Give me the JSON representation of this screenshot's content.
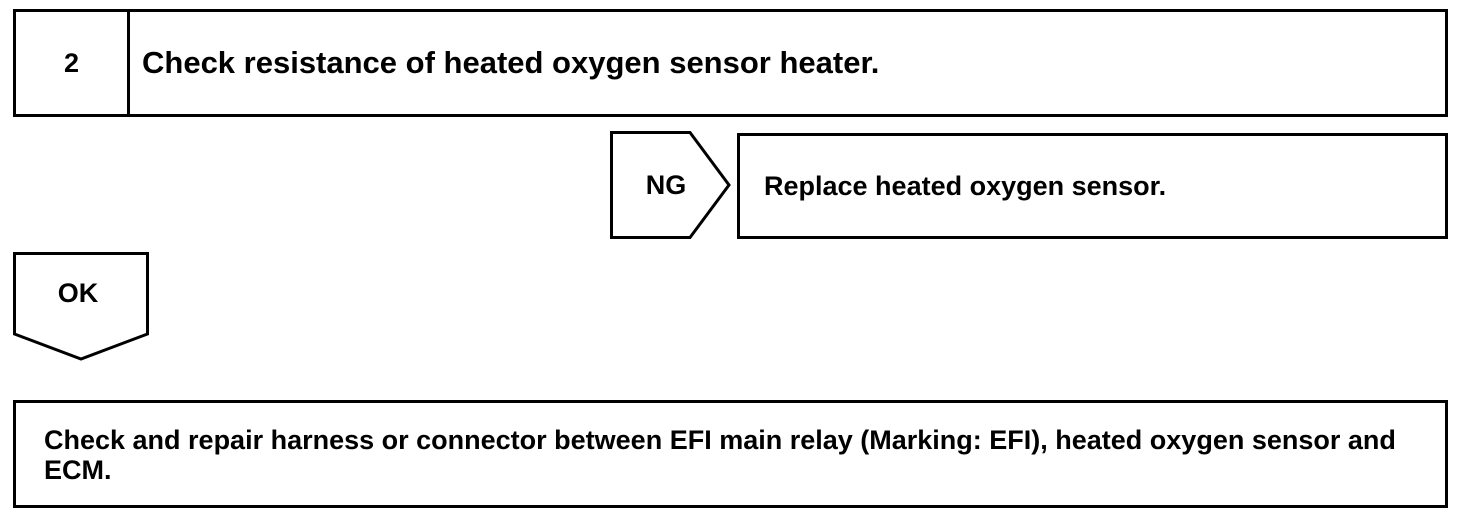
{
  "step": {
    "number": "2",
    "title": "Check resistance of heated oxygen sensor heater."
  },
  "ng_branch": {
    "label": "NG",
    "action": "Replace heated oxygen sensor."
  },
  "ok_branch": {
    "label": "OK"
  },
  "final_action": {
    "text": "Check and repair harness or connector between EFI main relay (Marking: EFI), heated oxygen sensor and ECM."
  }
}
